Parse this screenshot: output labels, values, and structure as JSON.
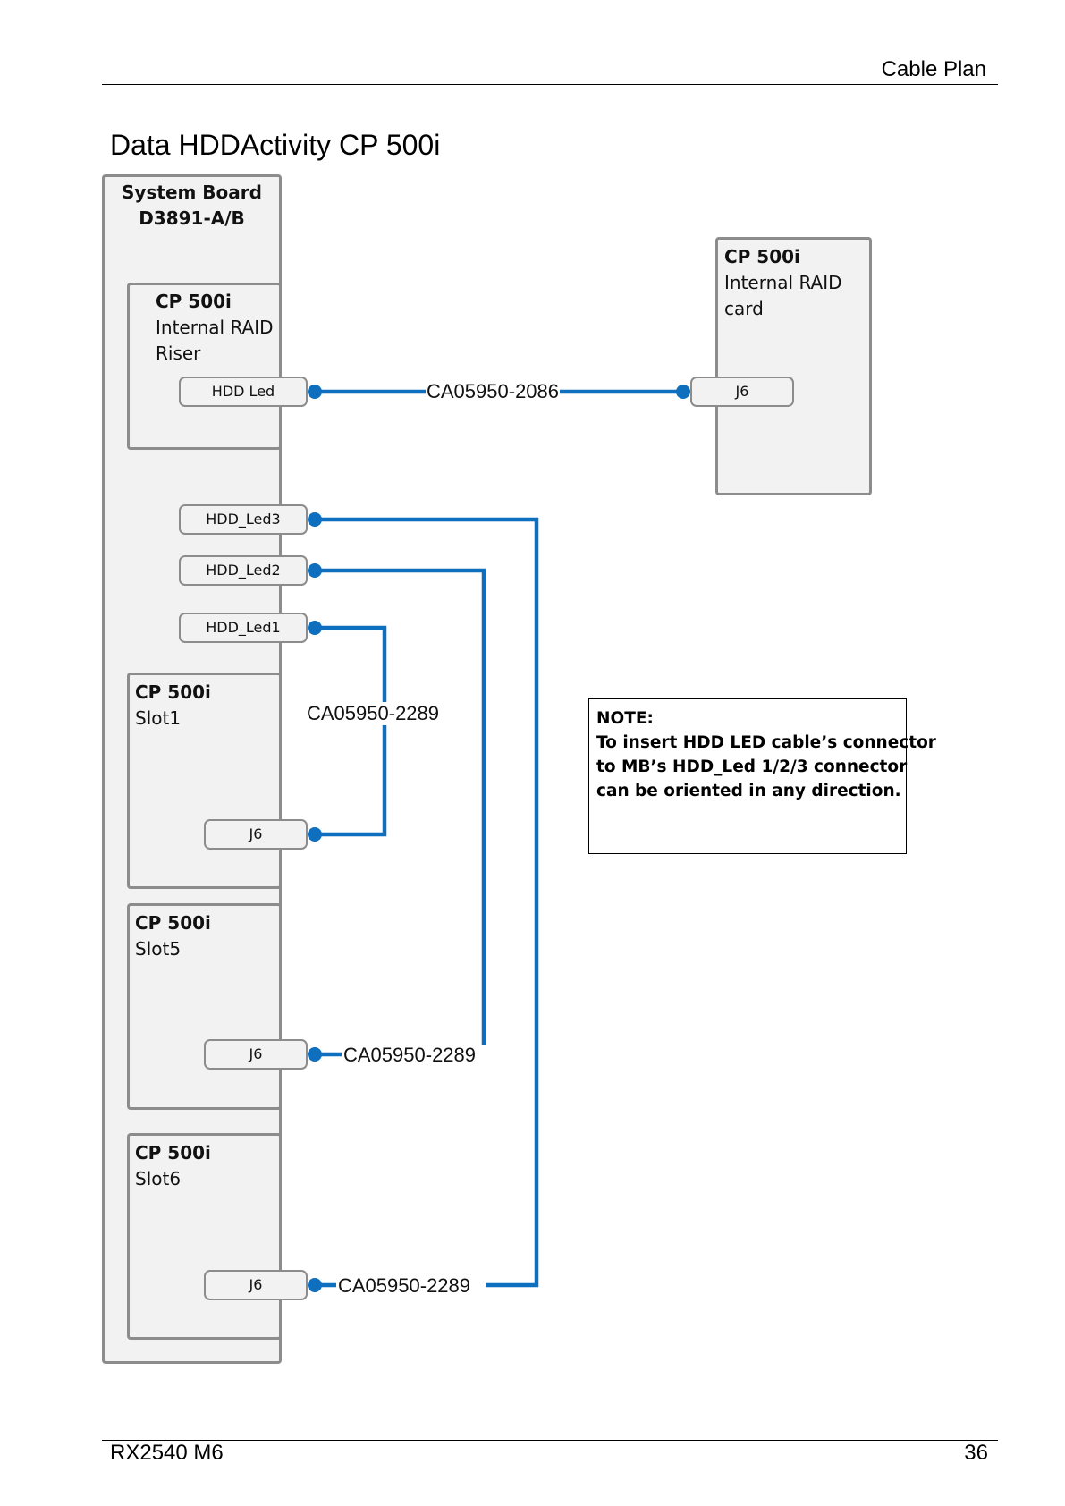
{
  "header": {
    "section": "Cable Plan"
  },
  "page_title": "Data HDDActivity CP 500i",
  "diagram": {
    "system_board": {
      "line1": "System Board",
      "line2": "D3891-A/B"
    },
    "riser": {
      "title": "CP 500i",
      "line2": "Internal RAID",
      "line3": "Riser",
      "connector": "HDD Led"
    },
    "raid_card": {
      "title": "CP 500i",
      "line2": "Internal RAID",
      "line3": "card",
      "connector": "J6"
    },
    "board_connectors": {
      "led3": "HDD_Led3",
      "led2": "HDD_Led2",
      "led1": "HDD_Led1"
    },
    "slot1": {
      "title": "CP 500i",
      "name": "Slot1",
      "connector": "J6"
    },
    "slot5": {
      "title": "CP 500i",
      "name": "Slot5",
      "connector": "J6"
    },
    "slot6": {
      "title": "CP 500i",
      "name": "Slot6",
      "connector": "J6"
    },
    "cables": {
      "riser_to_card": "CA05950-2086",
      "led1_to_slot1": "CA05950-2289",
      "led2_to_slot5": "CA05950-2289",
      "led3_to_slot6": "CA05950-2289"
    },
    "cable_color": "#0f6fbf",
    "note": {
      "heading": "NOTE:",
      "line1": "To insert HDD LED cable’s connector",
      "line2": "to MB’s HDD_Led 1/2/3 connector",
      "line3": "can be oriented in any direction."
    }
  },
  "footer": {
    "model": "RX2540 M6",
    "page": "36"
  }
}
